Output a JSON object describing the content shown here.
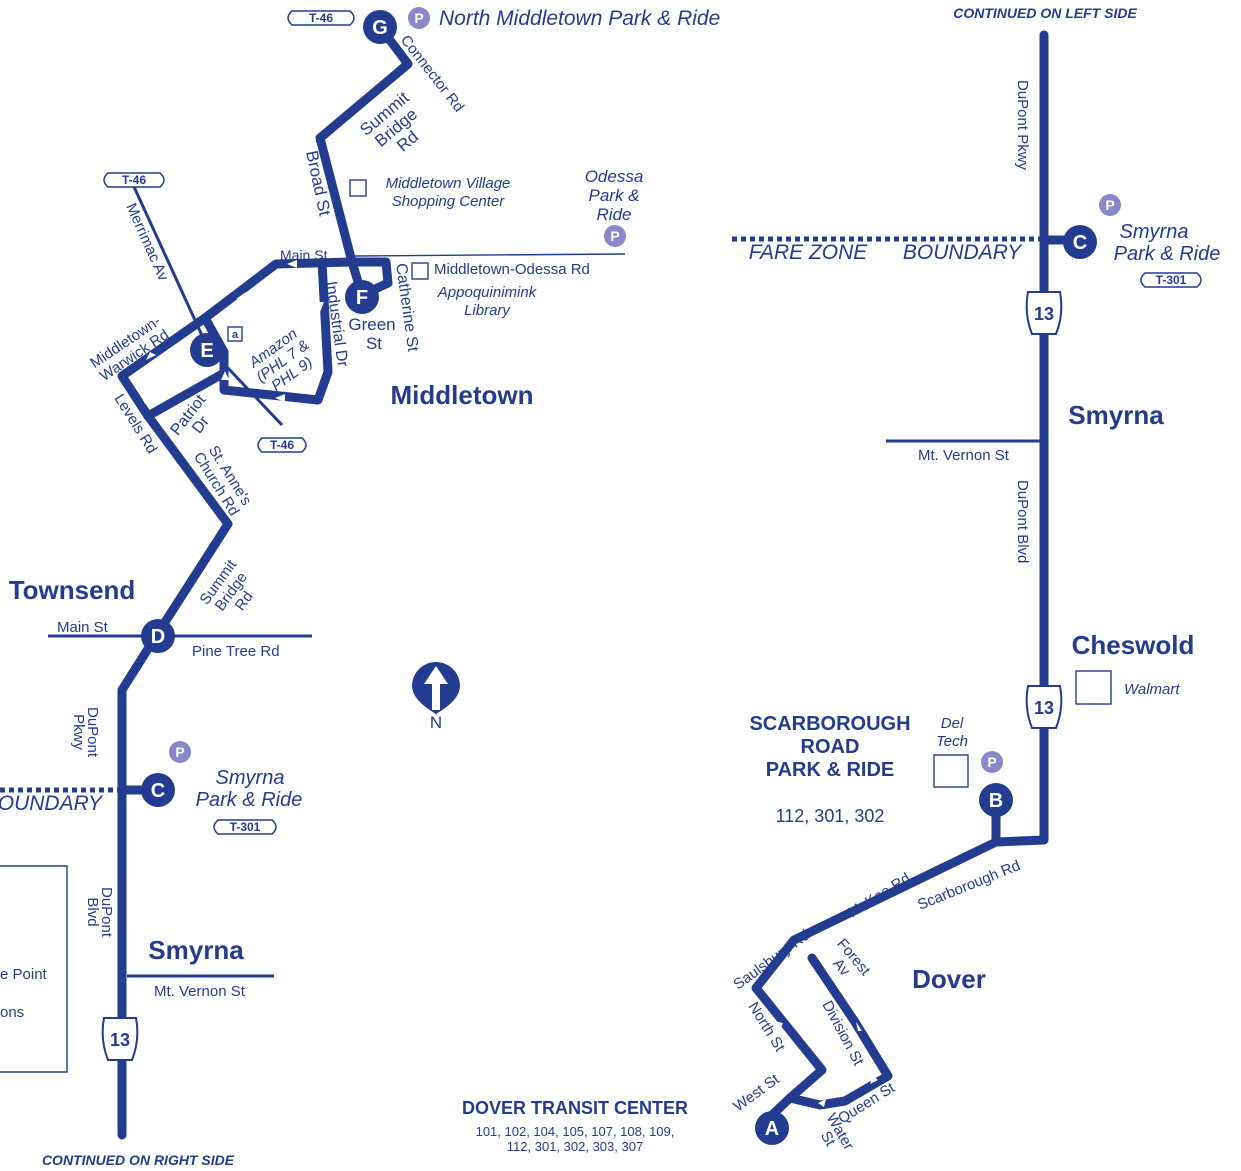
{
  "headers": {
    "left_top": "CONTINUED ON LEFT SIDE",
    "right_bottom": "CONTINUED ON RIGHT SIDE"
  },
  "towns": {
    "middletown": "Middletown",
    "townsend": "Townsend",
    "smyrna_left": "Smyrna",
    "smyrna_right": "Smyrna",
    "cheswold": "Cheswold",
    "dover": "Dover"
  },
  "stops": {
    "A": "A",
    "B": "B",
    "C_left": "C",
    "C_right": "C",
    "D": "D",
    "E": "E",
    "F": "F",
    "G": "G"
  },
  "park_and_ride": {
    "north_middletown": "North Middletown Park & Ride",
    "odessa": [
      "Odessa",
      "Park &",
      "Ride"
    ],
    "smyrna": [
      "Smyrna",
      "Park & Ride"
    ],
    "scarborough": [
      "SCARBOROUGH",
      "ROAD",
      "PARK & RIDE"
    ],
    "scarborough_routes": "112, 301, 302",
    "p_symbol": "P"
  },
  "transit_center": {
    "name": "DOVER TRANSIT CENTER",
    "routes_line1": "101, 102, 104, 105, 107, 108, 109,",
    "routes_line2": "112, 301, 302, 303, 307"
  },
  "route_badges": {
    "t46": "T-46",
    "t301": "T-301"
  },
  "fare_zone": {
    "left_word": "FARE ZONE",
    "right_word": "BOUNDARY",
    "partial": "OUNDARY"
  },
  "landmarks": {
    "middletown_village": [
      "Middletown Village",
      "Shopping Center"
    ],
    "library": [
      "Appoquinimink",
      "Library"
    ],
    "amazon": [
      "Amazon",
      "(PHL 7 &",
      "PHL 9)"
    ],
    "amazon_marker": "a",
    "del_tech": [
      "Del",
      "Tech"
    ],
    "walmart": "Walmart",
    "partial_point": "e Point",
    "partial_ons": "ons"
  },
  "roads": {
    "connector": "Connector Rd",
    "summit_bridge_top": [
      "Summit",
      "Bridge",
      "Rd"
    ],
    "summit_bridge_low": [
      "Summit",
      "Bridge",
      "Rd"
    ],
    "broad": "Broad St",
    "merrimac": "Merrimac Av",
    "main_middletown": "Main St",
    "middletown_odessa": "Middletown-Odessa Rd",
    "catherine": "Catherine St",
    "green": [
      "Green",
      "St"
    ],
    "industrial": "Industrial Dr",
    "middletown_warwick": [
      "Middletown-",
      "Warwick Rd"
    ],
    "levels": "Levels Rd",
    "patriot": [
      "Patriot",
      "Dr"
    ],
    "st_annes": [
      "St. Anne's",
      "Church Rd"
    ],
    "main_townsend": "Main St",
    "pine_tree": "Pine Tree Rd",
    "dupont_pkwy_left": [
      "DuPont",
      "Pkwy"
    ],
    "dupont_blvd_left": [
      "DuPont",
      "Blvd"
    ],
    "mt_vernon_left": "Mt. Vernon St",
    "dupont_pkwy_right": "DuPont Pkwy",
    "mt_vernon_right": "Mt. Vernon St",
    "dupont_blvd_right": "DuPont Blvd",
    "scarborough_rd": "Scarborough Rd",
    "mckee": "McKee Rd",
    "saulsbury": "Saulsbury Rd",
    "forest": [
      "Forest",
      "Av"
    ],
    "north": "North St",
    "division": "Division St",
    "west": "West St",
    "queen": "Queen St",
    "water": [
      "Water",
      "St"
    ]
  },
  "highway_shield": "13",
  "north_label": "N",
  "colors": {
    "route": "#233c8f",
    "park_ride": "#8a88c9",
    "background": "#ffffff"
  }
}
